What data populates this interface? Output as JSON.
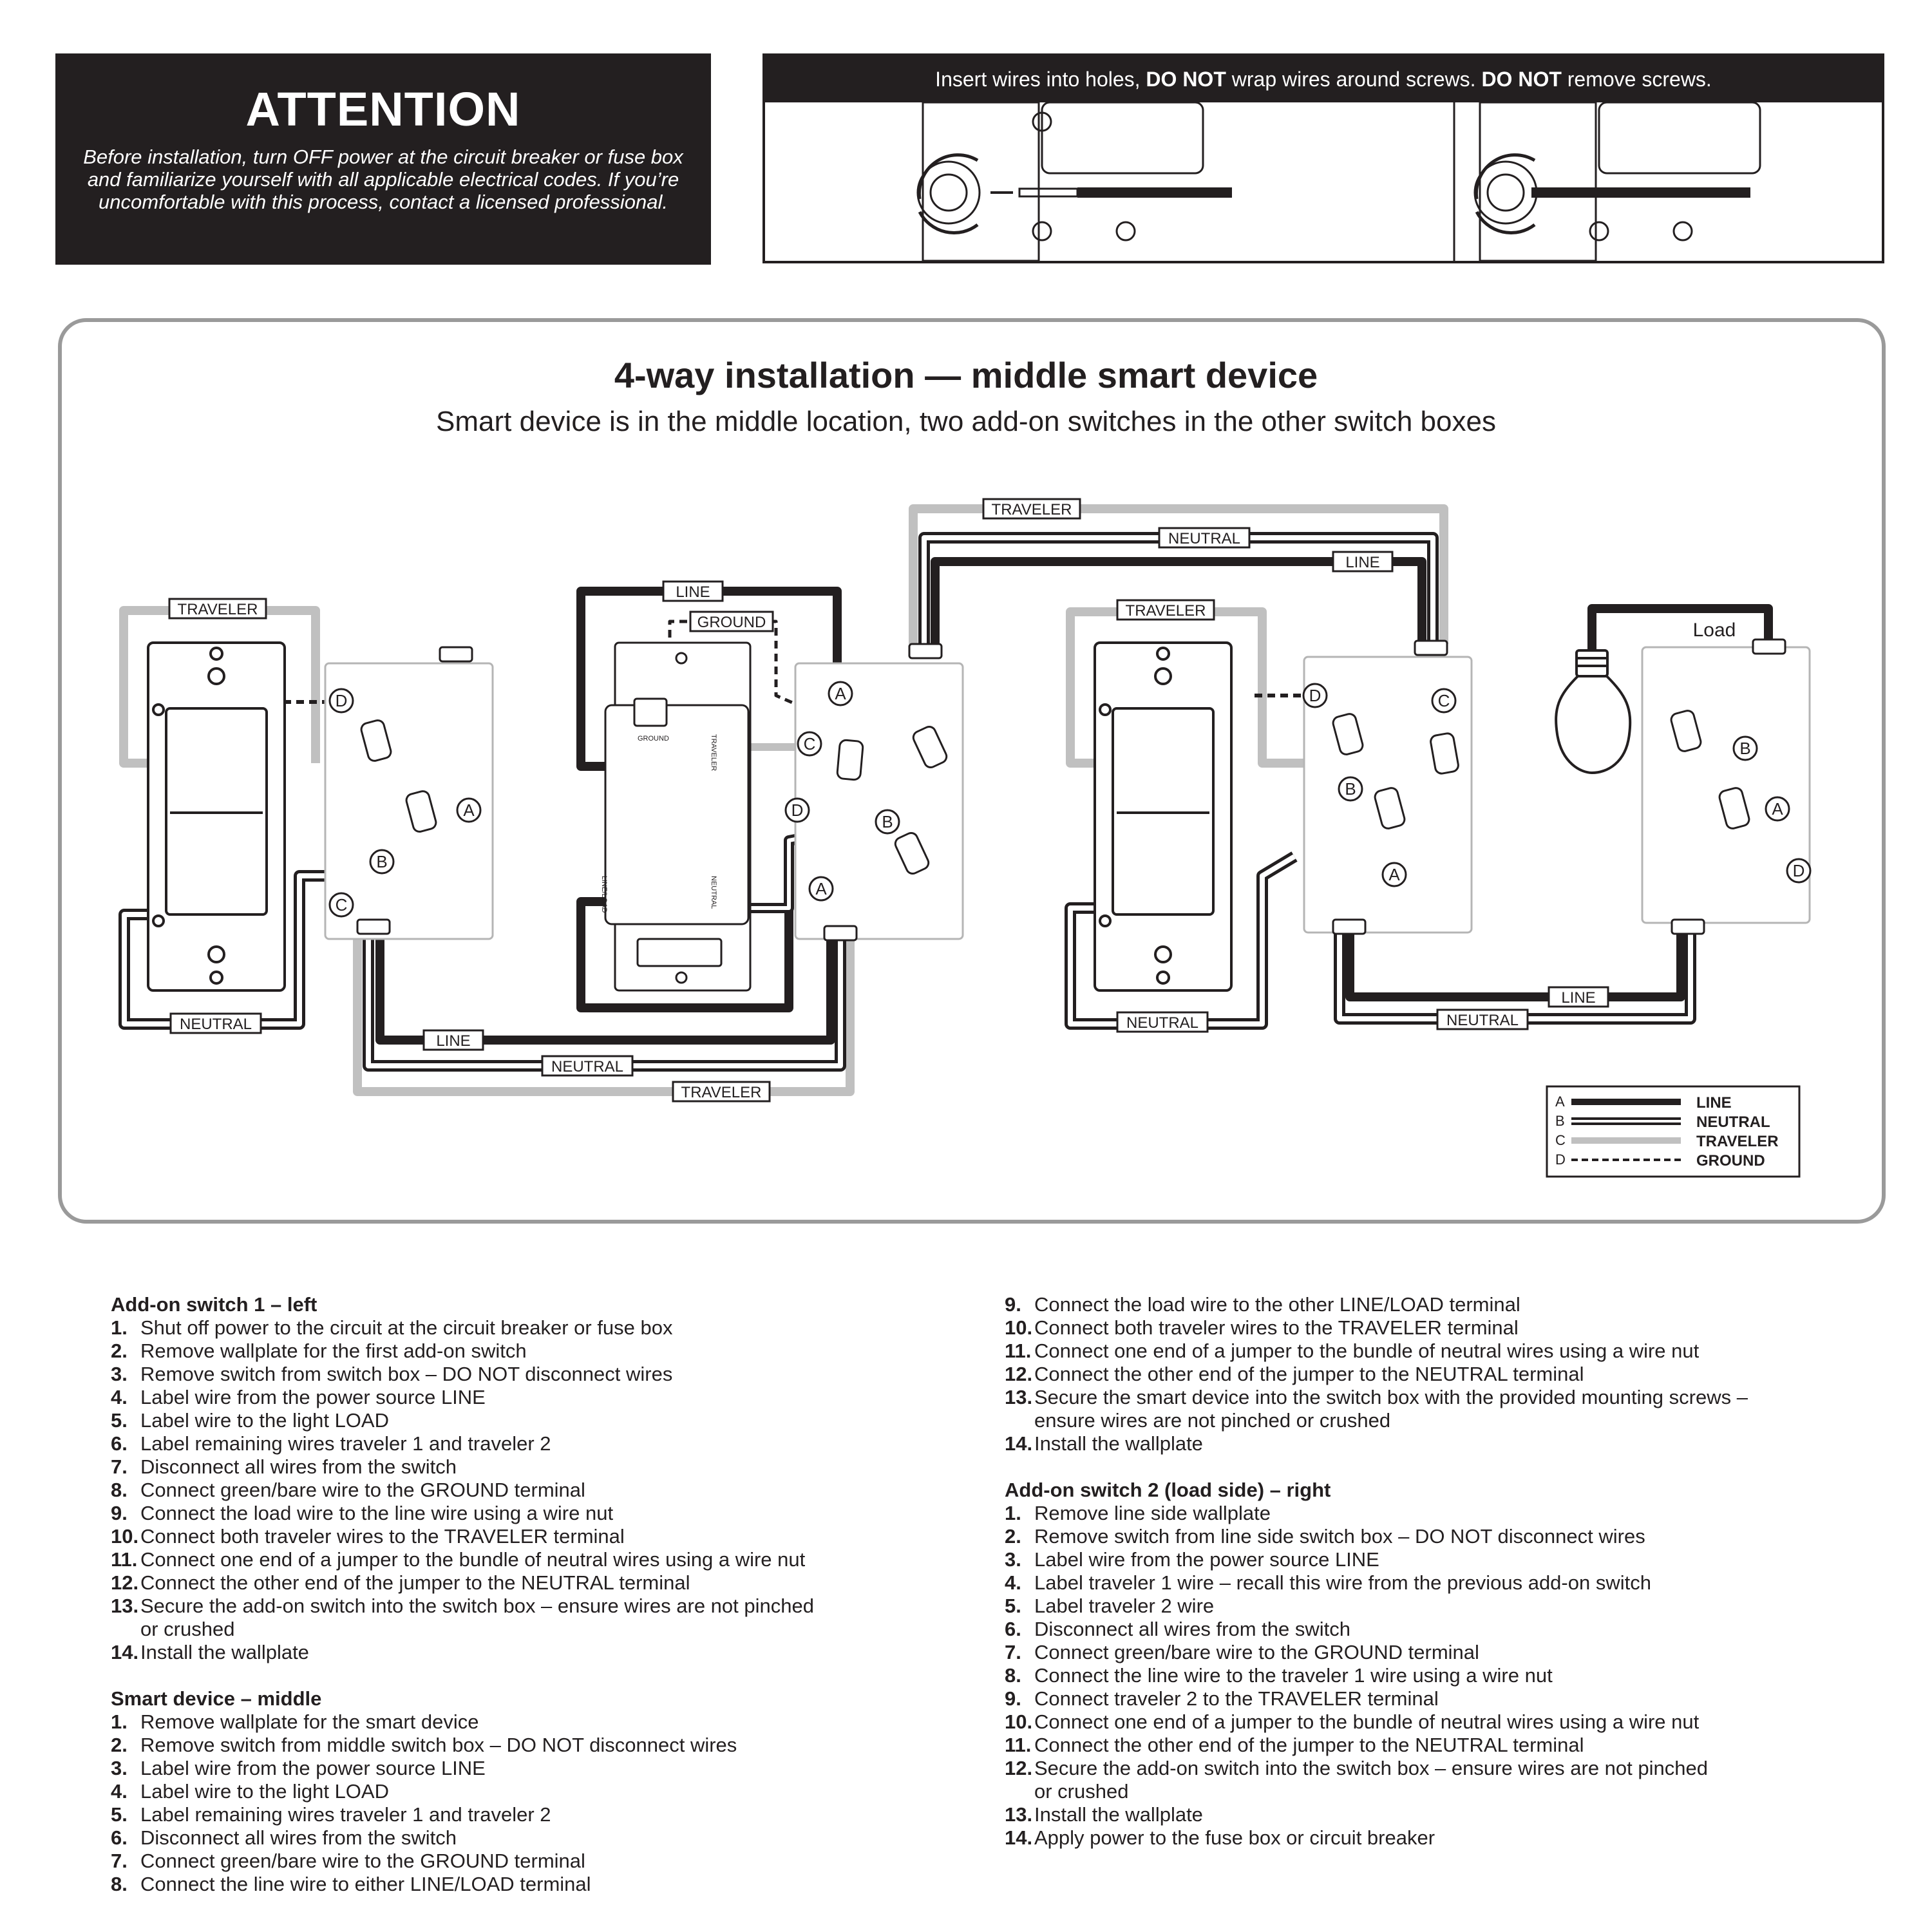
{
  "attention": {
    "title": "ATTENTION",
    "body": "Before installation, turn OFF power at the circuit breaker or fuse box and familiarize yourself with all applicable electrical codes. If you’re uncomfortable with this process, contact a licensed professional."
  },
  "insert": {
    "pre": "Insert wires into holes, ",
    "bold1": "DO NOT",
    "mid": " wrap wires around screws. ",
    "bold2": "DO NOT",
    "post": " remove screws."
  },
  "diagram": {
    "title": "4-way installation — middle smart device",
    "subtitle": "Smart device is in the middle location, two add-on switches in the other switch boxes",
    "labels": {
      "traveler": "TRAVELER",
      "neutral": "NEUTRAL",
      "line": "LINE",
      "ground": "GROUND",
      "load": "Load"
    },
    "markers": {
      "a": "A",
      "b": "B",
      "c": "C",
      "d": "D"
    },
    "device_terminals": {
      "ground": "GROUND",
      "neutral": "NEUTRAL",
      "traveler": "TRAVELER",
      "lineload": "LINE/LOAD"
    },
    "legend": [
      {
        "key": "A",
        "label": "LINE"
      },
      {
        "key": "B",
        "label": "NEUTRAL"
      },
      {
        "key": "C",
        "label": "TRAVELER"
      },
      {
        "key": "D",
        "label": "GROUND"
      }
    ],
    "colors": {
      "line": "#231f20",
      "traveler": "#c0c0c0",
      "ground": "#231f20",
      "neutral_outline": "#231f20"
    }
  },
  "sections": {
    "addon1": {
      "heading": "Add-on switch 1 – left",
      "steps": [
        {
          "n": "1.",
          "t": "Shut off power to the circuit at the circuit breaker or fuse box"
        },
        {
          "n": "2.",
          "t": "Remove wallplate for the first add-on switch"
        },
        {
          "n": "3.",
          "t": "Remove switch from switch box – DO NOT disconnect wires"
        },
        {
          "n": "4.",
          "t": "Label wire from the power source LINE"
        },
        {
          "n": "5.",
          "t": "Label wire to the light LOAD"
        },
        {
          "n": "6.",
          "t": "Label remaining wires traveler 1 and traveler 2"
        },
        {
          "n": "7.",
          "t": "Disconnect all wires from the switch"
        },
        {
          "n": "8.",
          "t": "Connect green/bare wire to the GROUND terminal"
        },
        {
          "n": "9.",
          "t": "Connect the load wire to the line wire using a wire nut"
        },
        {
          "n": "10.",
          "t": "Connect both traveler wires to the TRAVELER terminal"
        },
        {
          "n": "11.",
          "t": "Connect one end of a jumper to the bundle of neutral wires using a wire nut"
        },
        {
          "n": "12.",
          "t": "Connect the other end of the jumper to the NEUTRAL terminal"
        },
        {
          "n": "13.",
          "t": "Secure the add-on switch into the switch box – ensure wires are not pinched"
        },
        {
          "n": "",
          "t": "or crushed"
        },
        {
          "n": "14.",
          "t": "Install the wallplate"
        }
      ]
    },
    "smart": {
      "heading": "Smart device – middle",
      "steps": [
        {
          "n": "1.",
          "t": "Remove wallplate for the smart device"
        },
        {
          "n": "2.",
          "t": "Remove switch from middle switch box – DO NOT disconnect wires"
        },
        {
          "n": "3.",
          "t": "Label wire from the power source LINE"
        },
        {
          "n": "4.",
          "t": "Label wire to the light LOAD"
        },
        {
          "n": "5.",
          "t": "Label remaining wires traveler 1 and traveler 2"
        },
        {
          "n": "6.",
          "t": "Disconnect all wires from the switch"
        },
        {
          "n": "7.",
          "t": "Connect green/bare wire to the GROUND terminal"
        },
        {
          "n": "8.",
          "t": "Connect the line wire to either LINE/LOAD terminal"
        }
      ],
      "steps_cont": [
        {
          "n": "9.",
          "t": "Connect the load wire to the other LINE/LOAD terminal"
        },
        {
          "n": "10.",
          "t": "Connect both traveler wires to the TRAVELER terminal"
        },
        {
          "n": "11.",
          "t": "Connect one end of a jumper to the bundle of neutral wires using a wire nut"
        },
        {
          "n": "12.",
          "t": "Connect the other end of the jumper to the NEUTRAL terminal"
        },
        {
          "n": "13.",
          "t": "Secure the smart device into the switch box with the provided mounting screws –"
        },
        {
          "n": "",
          "t": "ensure wires are not pinched or crushed"
        },
        {
          "n": "14.",
          "t": "Install the wallplate"
        }
      ]
    },
    "addon2": {
      "heading": "Add-on switch 2 (load side) – right",
      "steps": [
        {
          "n": "1.",
          "t": "Remove line side wallplate"
        },
        {
          "n": "2.",
          "t": "Remove switch from line side switch box – DO NOT disconnect wires"
        },
        {
          "n": "3.",
          "t": "Label wire from the power source LINE"
        },
        {
          "n": "4.",
          "t": "Label traveler 1 wire – recall this wire from the previous add-on switch"
        },
        {
          "n": "5.",
          "t": "Label traveler 2 wire"
        },
        {
          "n": "6.",
          "t": "Disconnect all wires from the switch"
        },
        {
          "n": "7.",
          "t": "Connect green/bare wire to the GROUND terminal"
        },
        {
          "n": "8.",
          "t": "Connect the line wire to the traveler 1 wire using a wire nut"
        },
        {
          "n": "9.",
          "t": "Connect traveler 2 to the TRAVELER terminal"
        },
        {
          "n": "10.",
          "t": "Connect one end of a jumper to the bundle of neutral wires using a wire nut"
        },
        {
          "n": "11.",
          "t": "Connect the other end of the jumper to the NEUTRAL terminal"
        },
        {
          "n": "12.",
          "t": "Secure the add-on switch into the switch box – ensure wires are not pinched"
        },
        {
          "n": "",
          "t": "or crushed"
        },
        {
          "n": "13.",
          "t": "Install the wallplate"
        },
        {
          "n": "14.",
          "t": "Apply power to the fuse box or circuit breaker"
        }
      ]
    }
  }
}
